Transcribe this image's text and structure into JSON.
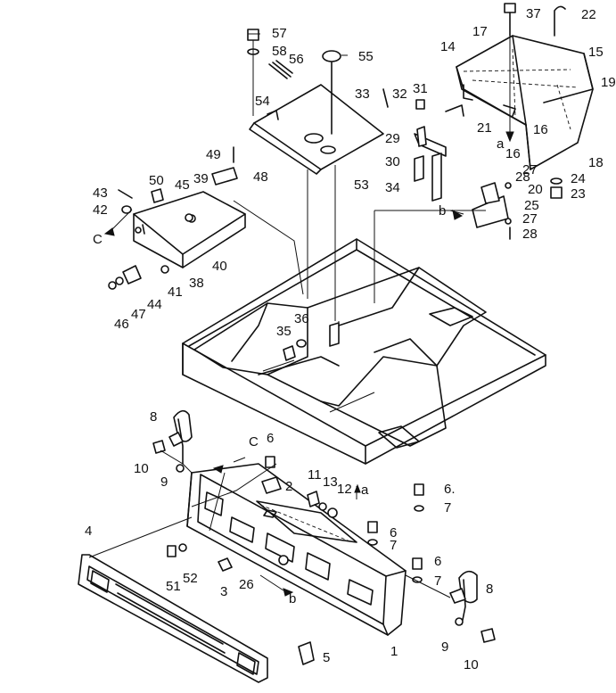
{
  "callouts": {
    "c1": "1",
    "c2": "2",
    "c3": "3",
    "c4": "4",
    "c5": "5",
    "c6a": "6",
    "c6b": "6.",
    "c6c": "6",
    "c6d": "6",
    "c7a": "7",
    "c7b": "7",
    "c7c": "7",
    "c8a": "8",
    "c8b": "8",
    "c9a": "9",
    "c9b": "9",
    "c10a": "10",
    "c10b": "10",
    "c11": "11",
    "c12": "12",
    "c13": "13",
    "c14": "14",
    "c15": "15",
    "c16": "16",
    "c16b": "16",
    "c17": "17",
    "c18": "18",
    "c19": "19",
    "c20": "20",
    "c21": "21",
    "c22": "22",
    "c23": "23",
    "c24": "24",
    "c25": "25",
    "c26": "26",
    "c27a": "27",
    "c27b": "27",
    "c28a": "28",
    "c28b": "28",
    "c29": "29",
    "c30": "30",
    "c31": "31",
    "c32": "32",
    "c33": "33",
    "c34": "34",
    "c35": "35",
    "c36": "36",
    "c37": "37",
    "c38": "38",
    "c39": "39",
    "c40": "40",
    "c41": "41",
    "c42": "42",
    "c43": "43",
    "c44": "44",
    "c45": "45",
    "c46": "46",
    "c47": "47",
    "c48": "48",
    "c49": "49",
    "c50": "50",
    "c51": "51",
    "c52": "52",
    "c53": "53",
    "c54": "54",
    "c55": "55",
    "c56": "56",
    "c57": "57",
    "c58": "58",
    "refA1": "a",
    "refA2": "a",
    "refB1": "b",
    "refB2": "b",
    "refC1": "C",
    "refC2": "C"
  }
}
